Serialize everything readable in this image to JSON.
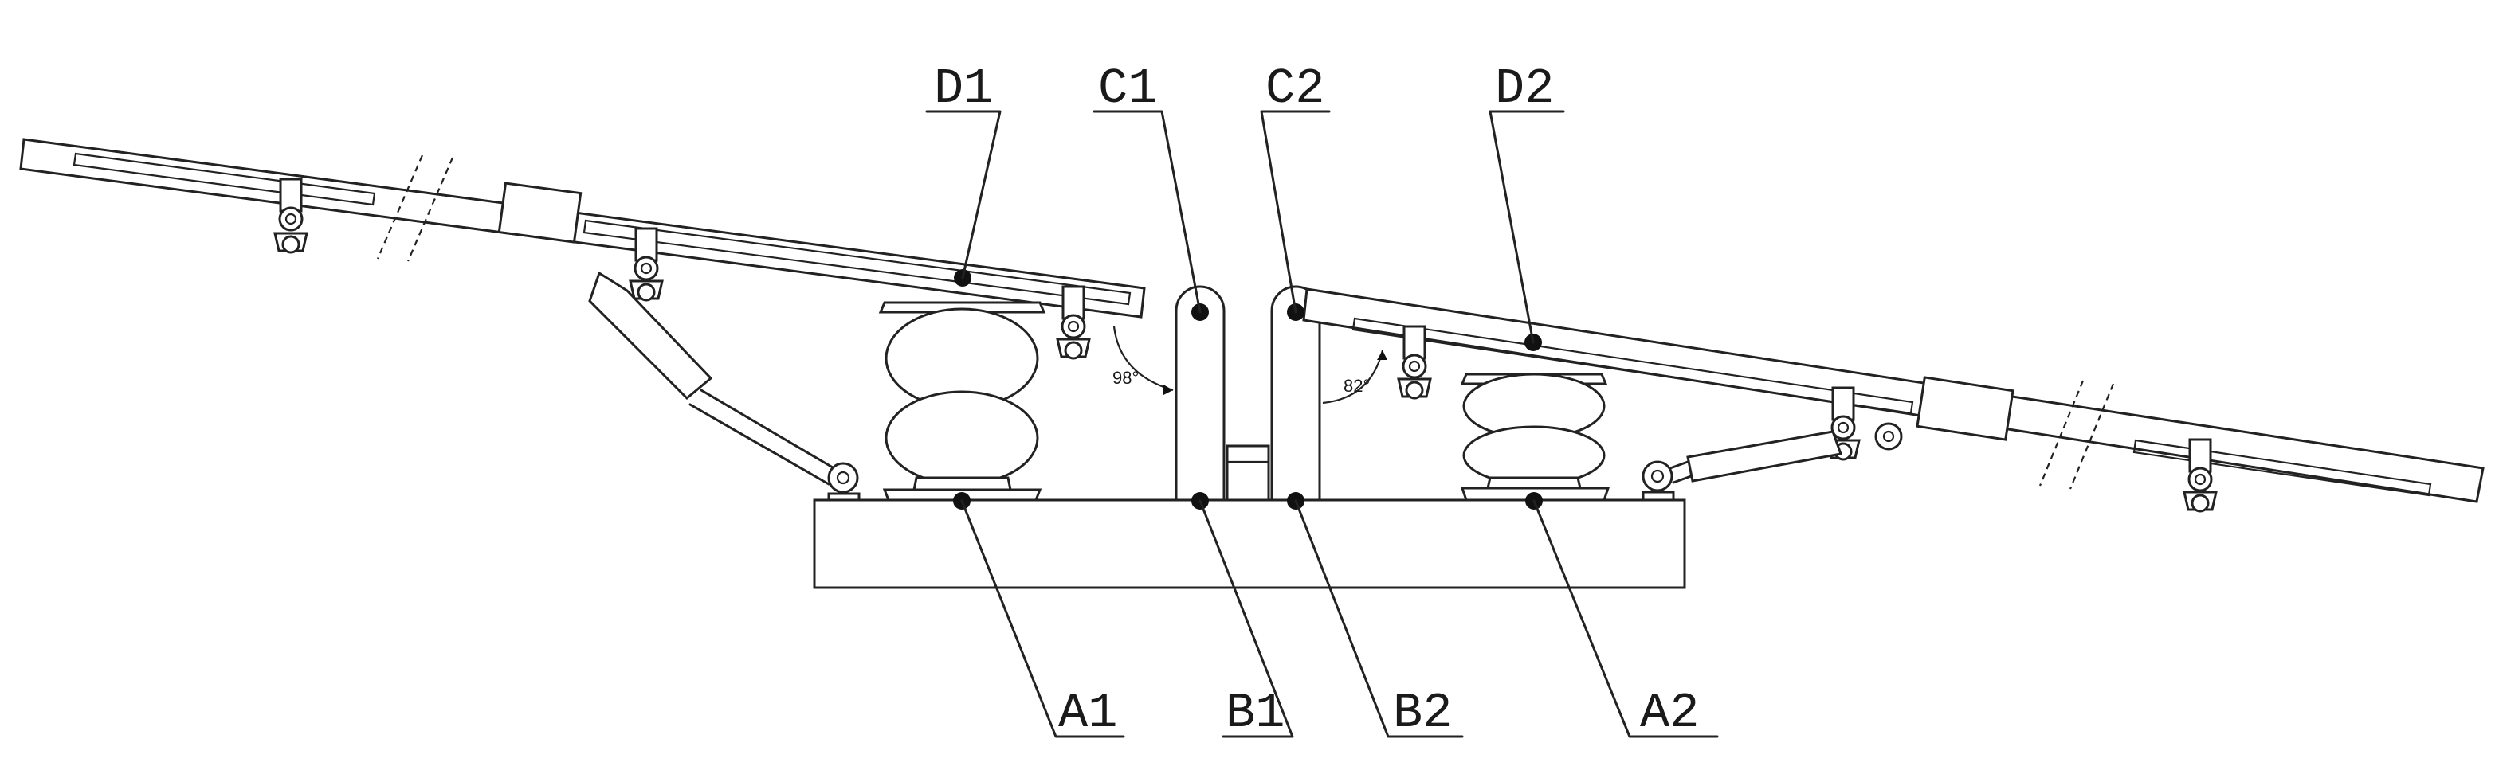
{
  "labels": {
    "D1": "D1",
    "C1": "C1",
    "C2": "C2",
    "D2": "D2",
    "A1": "A1",
    "B1": "B1",
    "B2": "B2",
    "A2": "A2"
  },
  "angles": {
    "left": "98°",
    "right": "82°"
  }
}
